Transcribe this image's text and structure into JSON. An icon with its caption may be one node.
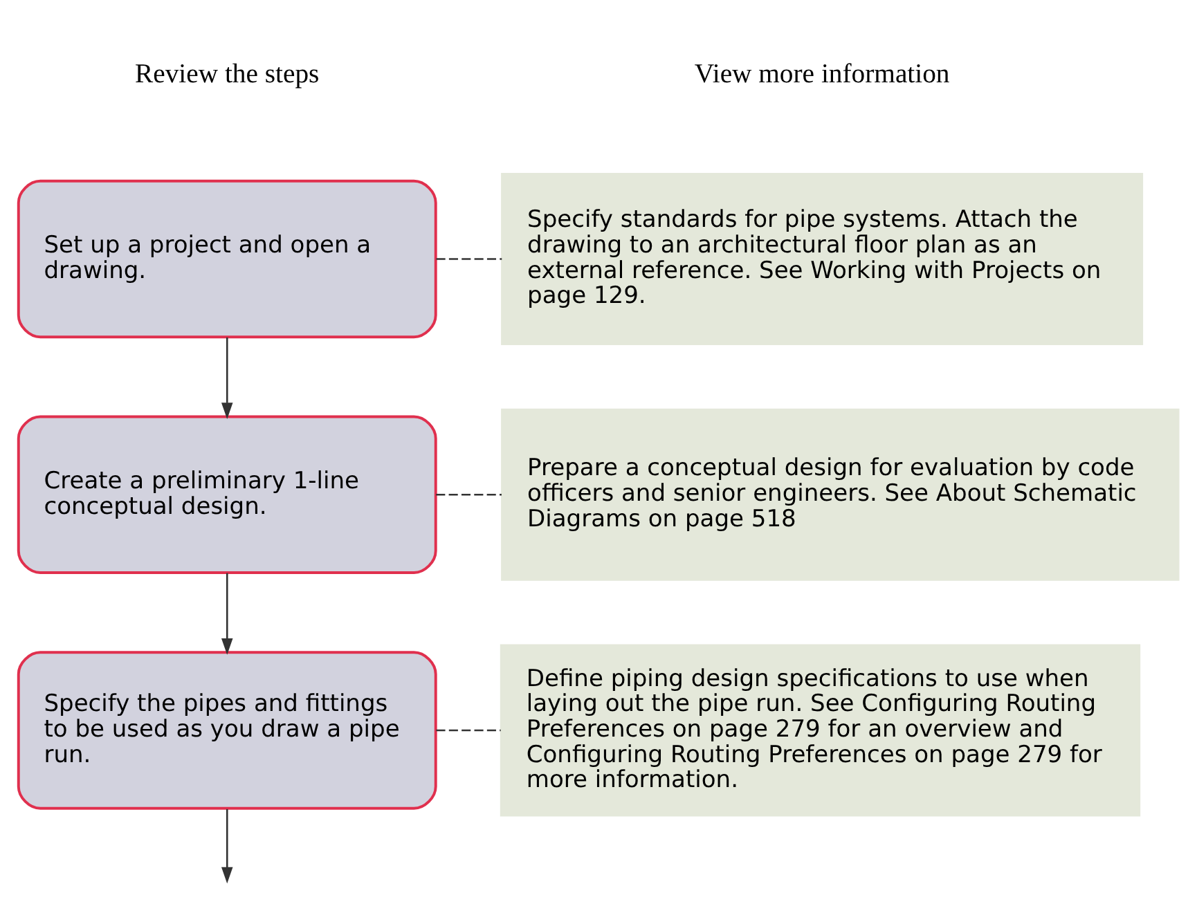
{
  "diagram": {
    "nodes": [
      {
        "text": [
          "Set up a project and open a drawing."
        ]
      },
      {
        "text": [
          "Specify standards for pipe systems. Attach the drawing to an architectural floor plan as an external reference. See Working with Projects on page 129."
        ]
      },
      {
        "text": [
          "Create a preliminary 1-line conceptual design."
        ]
      },
      {
        "text": [
          "Prepare a conceptual design for evaluation by code officers and senior engineers. See About Schematic Diagrams on page 518"
        ]
      },
      {
        "text": [
          "Specify the pipes and fittings to be used as you draw a pipe run."
        ]
      },
      {
        "text": [
          "Define piping design specifications to use when laying out the pipe run. See Configuring Routing Preferences on page 279 for an overview and Configuring Routing Preferences on page 279 for more information."
        ]
      }
    ],
    "edges": [
      {
        "from": 0,
        "to": 1,
        "arrow": "none",
        "style": "dashed"
      },
      {
        "from": 0,
        "to": 2,
        "arrow": "to"
      },
      {
        "from": 2,
        "to": 3,
        "arrow": "none",
        "style": "dashed"
      },
      {
        "from": 2,
        "to": 4,
        "arrow": "to"
      },
      {
        "from": 4,
        "to": 5,
        "arrow": "none",
        "style": "dashed"
      },
      {
        "from": 4,
        "to": null,
        "arrow": "to"
      }
    ],
    "labels": [
      "Review the steps",
      "View more information"
    ]
  }
}
